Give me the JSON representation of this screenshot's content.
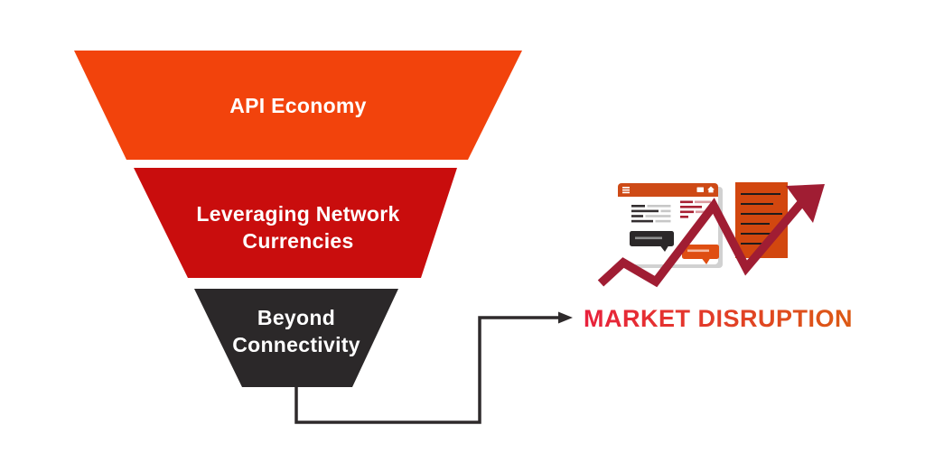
{
  "funnel": {
    "layers": [
      {
        "id": "api-economy",
        "lines": [
          "API Economy"
        ],
        "color": "#F2430C",
        "text_color": "#FFFFFF"
      },
      {
        "id": "leveraging-network-currencies",
        "lines": [
          "Leveraging Network",
          "Currencies"
        ],
        "color": "#C90D0D",
        "text_color": "#FFFFFF"
      },
      {
        "id": "beyond-connectivity",
        "lines": [
          "Beyond",
          "Connectivity"
        ],
        "color": "#2B2829",
        "text_color": "#FFFFFF"
      }
    ]
  },
  "connector": {
    "type": "elbow-arrow",
    "color": "#2E2A2B"
  },
  "headline": {
    "text": "MARKET DISRUPTION",
    "color_start": "#E8213C",
    "color_end": "#DC5A14"
  },
  "illustration": {
    "growth_arrow_color": "#A01D33",
    "browser_card": {
      "header_color": "#CE4A16",
      "icons": [
        "hamburger-menu-icon",
        "image-icon",
        "home-icon"
      ],
      "buttons": [
        "dark-speech-bubble-button",
        "orange-speech-bubble-button"
      ]
    },
    "document_color": "#D2470F"
  }
}
